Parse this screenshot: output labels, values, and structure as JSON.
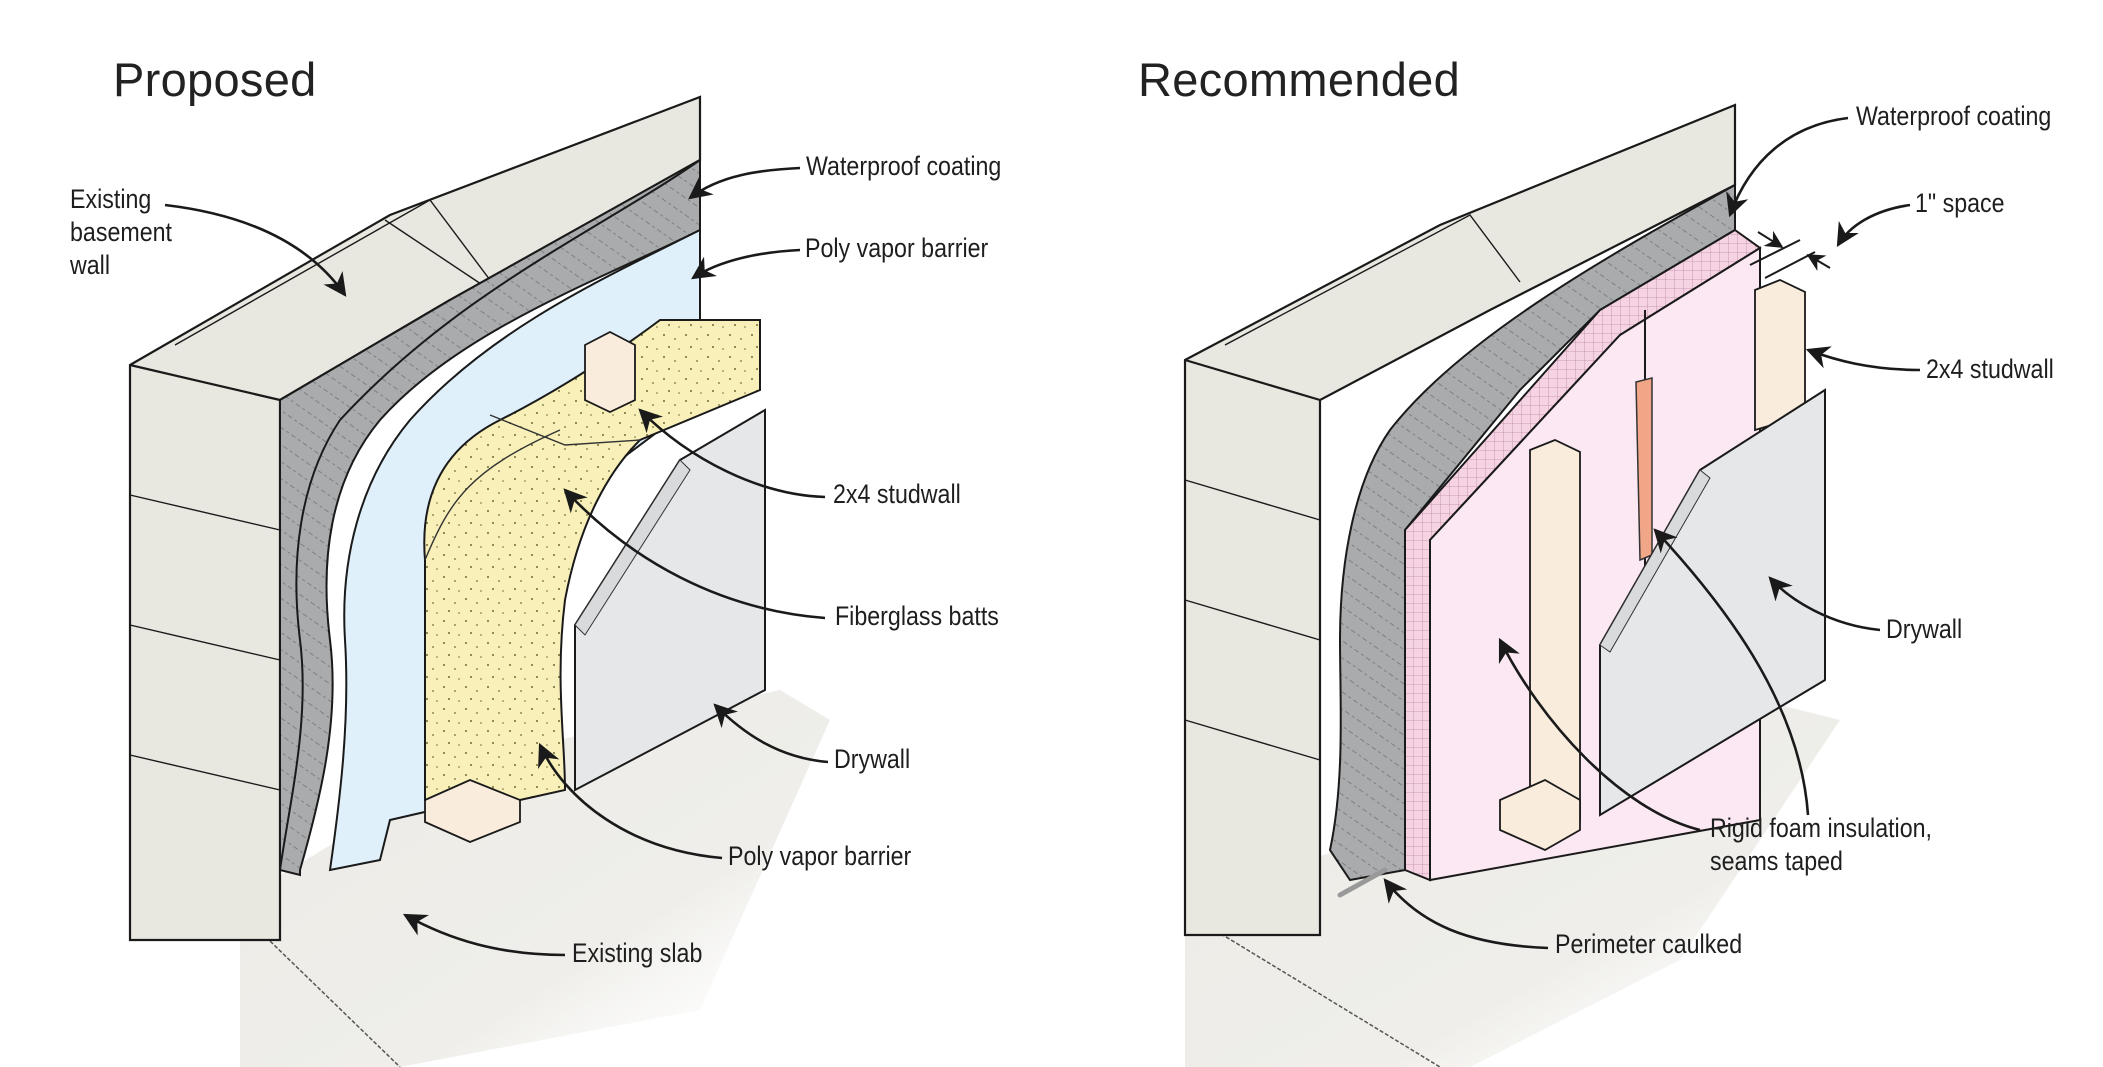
{
  "diagram_title": "Proposed vs Recommended basement wall insulation",
  "colors": {
    "block": "#e8e7e0",
    "block_edge": "#1a1a1a",
    "waterproof_coating": "#a9abad",
    "poly_vapor_barrier": "#dff0fb",
    "fiberglass": "#f8f0b8",
    "stud": "#f9ecdd",
    "drywall": "#e6e7e9",
    "rigid_foam_face": "#fbe8f2",
    "rigid_foam_edge": "#f3c9dc",
    "seam_tape": "#f2a688",
    "slab": "#efeeea"
  },
  "panels": [
    {
      "id": "proposed",
      "title": "Proposed",
      "labels": [
        {
          "id": "existing-basement-wall",
          "lines": [
            "Existing",
            "basement",
            "wall"
          ]
        },
        {
          "id": "waterproof-coating",
          "lines": [
            "Waterproof coating"
          ]
        },
        {
          "id": "poly-vapor-barrier-top",
          "lines": [
            "Poly vapor barrier"
          ]
        },
        {
          "id": "studwall",
          "lines": [
            "2x4 studwall"
          ]
        },
        {
          "id": "fiberglass-batts",
          "lines": [
            "Fiberglass batts"
          ]
        },
        {
          "id": "drywall",
          "lines": [
            "Drywall"
          ]
        },
        {
          "id": "poly-vapor-barrier-bottom",
          "lines": [
            "Poly vapor barrier"
          ]
        },
        {
          "id": "existing-slab",
          "lines": [
            "Existing slab"
          ]
        }
      ]
    },
    {
      "id": "recommended",
      "title": "Recommended",
      "labels": [
        {
          "id": "waterproof-coating",
          "lines": [
            "Waterproof coating"
          ]
        },
        {
          "id": "one-inch-space",
          "lines": [
            "1\" space"
          ]
        },
        {
          "id": "studwall",
          "lines": [
            "2x4 studwall"
          ]
        },
        {
          "id": "drywall",
          "lines": [
            "Drywall"
          ]
        },
        {
          "id": "rigid-foam-insulation",
          "lines": [
            "Rigid foam insulation,",
            "seams taped"
          ]
        },
        {
          "id": "perimeter-caulked",
          "lines": [
            "Perimeter caulked"
          ]
        }
      ]
    }
  ]
}
